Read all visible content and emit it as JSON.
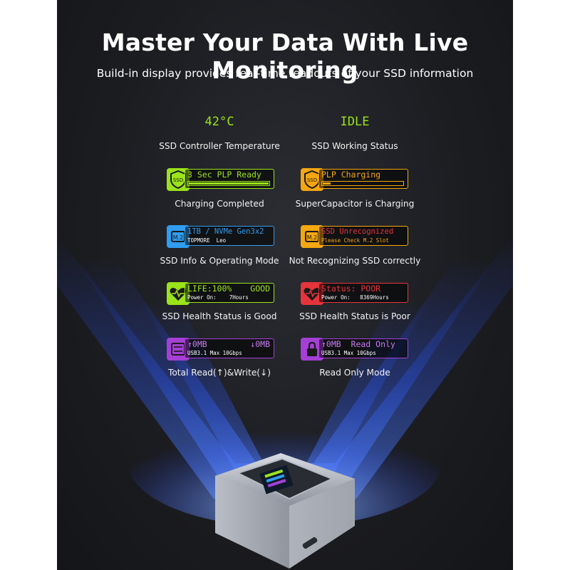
{
  "header": {
    "title": "Master Your Data With Live Monitoring",
    "subtitle": "Build-in display provides real-time readouts of your SSD information"
  },
  "readouts": {
    "temp": {
      "value": "42°C",
      "caption": "SSD Controller Temperature"
    },
    "status": {
      "value": "IDLE",
      "caption": "SSD Working Status"
    }
  },
  "screens": {
    "plp_ready": {
      "line1": "3 Sec PLP Ready",
      "progress": 1.0,
      "caption": "Charging Completed",
      "icon": "shield-ssd-icon"
    },
    "plp_charging": {
      "line1": "PLP Charging",
      "progress": 0.1,
      "caption": "SuperCapacitor is Charging",
      "icon": "shield-ssd-icon"
    },
    "ssd_info": {
      "line1": "1TB / NVMe Gen3x2",
      "line2": "TOPMORE  Leo",
      "caption": "SSD Info & Operating Mode",
      "icon": "m2-chip-icon"
    },
    "unrecognized": {
      "line1": "SSD Unrecognized",
      "line2": "Please Check M.2 Slot",
      "caption": "Not Recognizing SSD correctly",
      "icon": "m2-chip-icon"
    },
    "health_good": {
      "line1": "LIFE:100%",
      "line1_right": "GOOD",
      "line2": "Power On:    7Hours",
      "caption": "SSD Health Status is Good",
      "icon": "heartbeat-icon"
    },
    "health_poor": {
      "line1": "Status: POOR",
      "line2": "Power On:   8369Hours",
      "caption": "SSD Health Status is Poor",
      "icon": "heartbeat-icon"
    },
    "read_write": {
      "line1": "↑0MB",
      "line1_right": "↓0MB",
      "line2": "USB3.1 Max 10Gbps",
      "caption": "Total Read(↑)&Write(↓)",
      "icon": "transfer-icon"
    },
    "read_only": {
      "line1": "↑0MB  Read Only",
      "line2": "USB3.1 Max 10Gbps",
      "caption": "Read Only Mode",
      "icon": "lock-icon"
    }
  },
  "colors": {
    "green": "#9be31a",
    "orange": "#f5a70f",
    "blue": "#2f9df0",
    "red": "#e5343c",
    "purple": "#a53fd6"
  }
}
